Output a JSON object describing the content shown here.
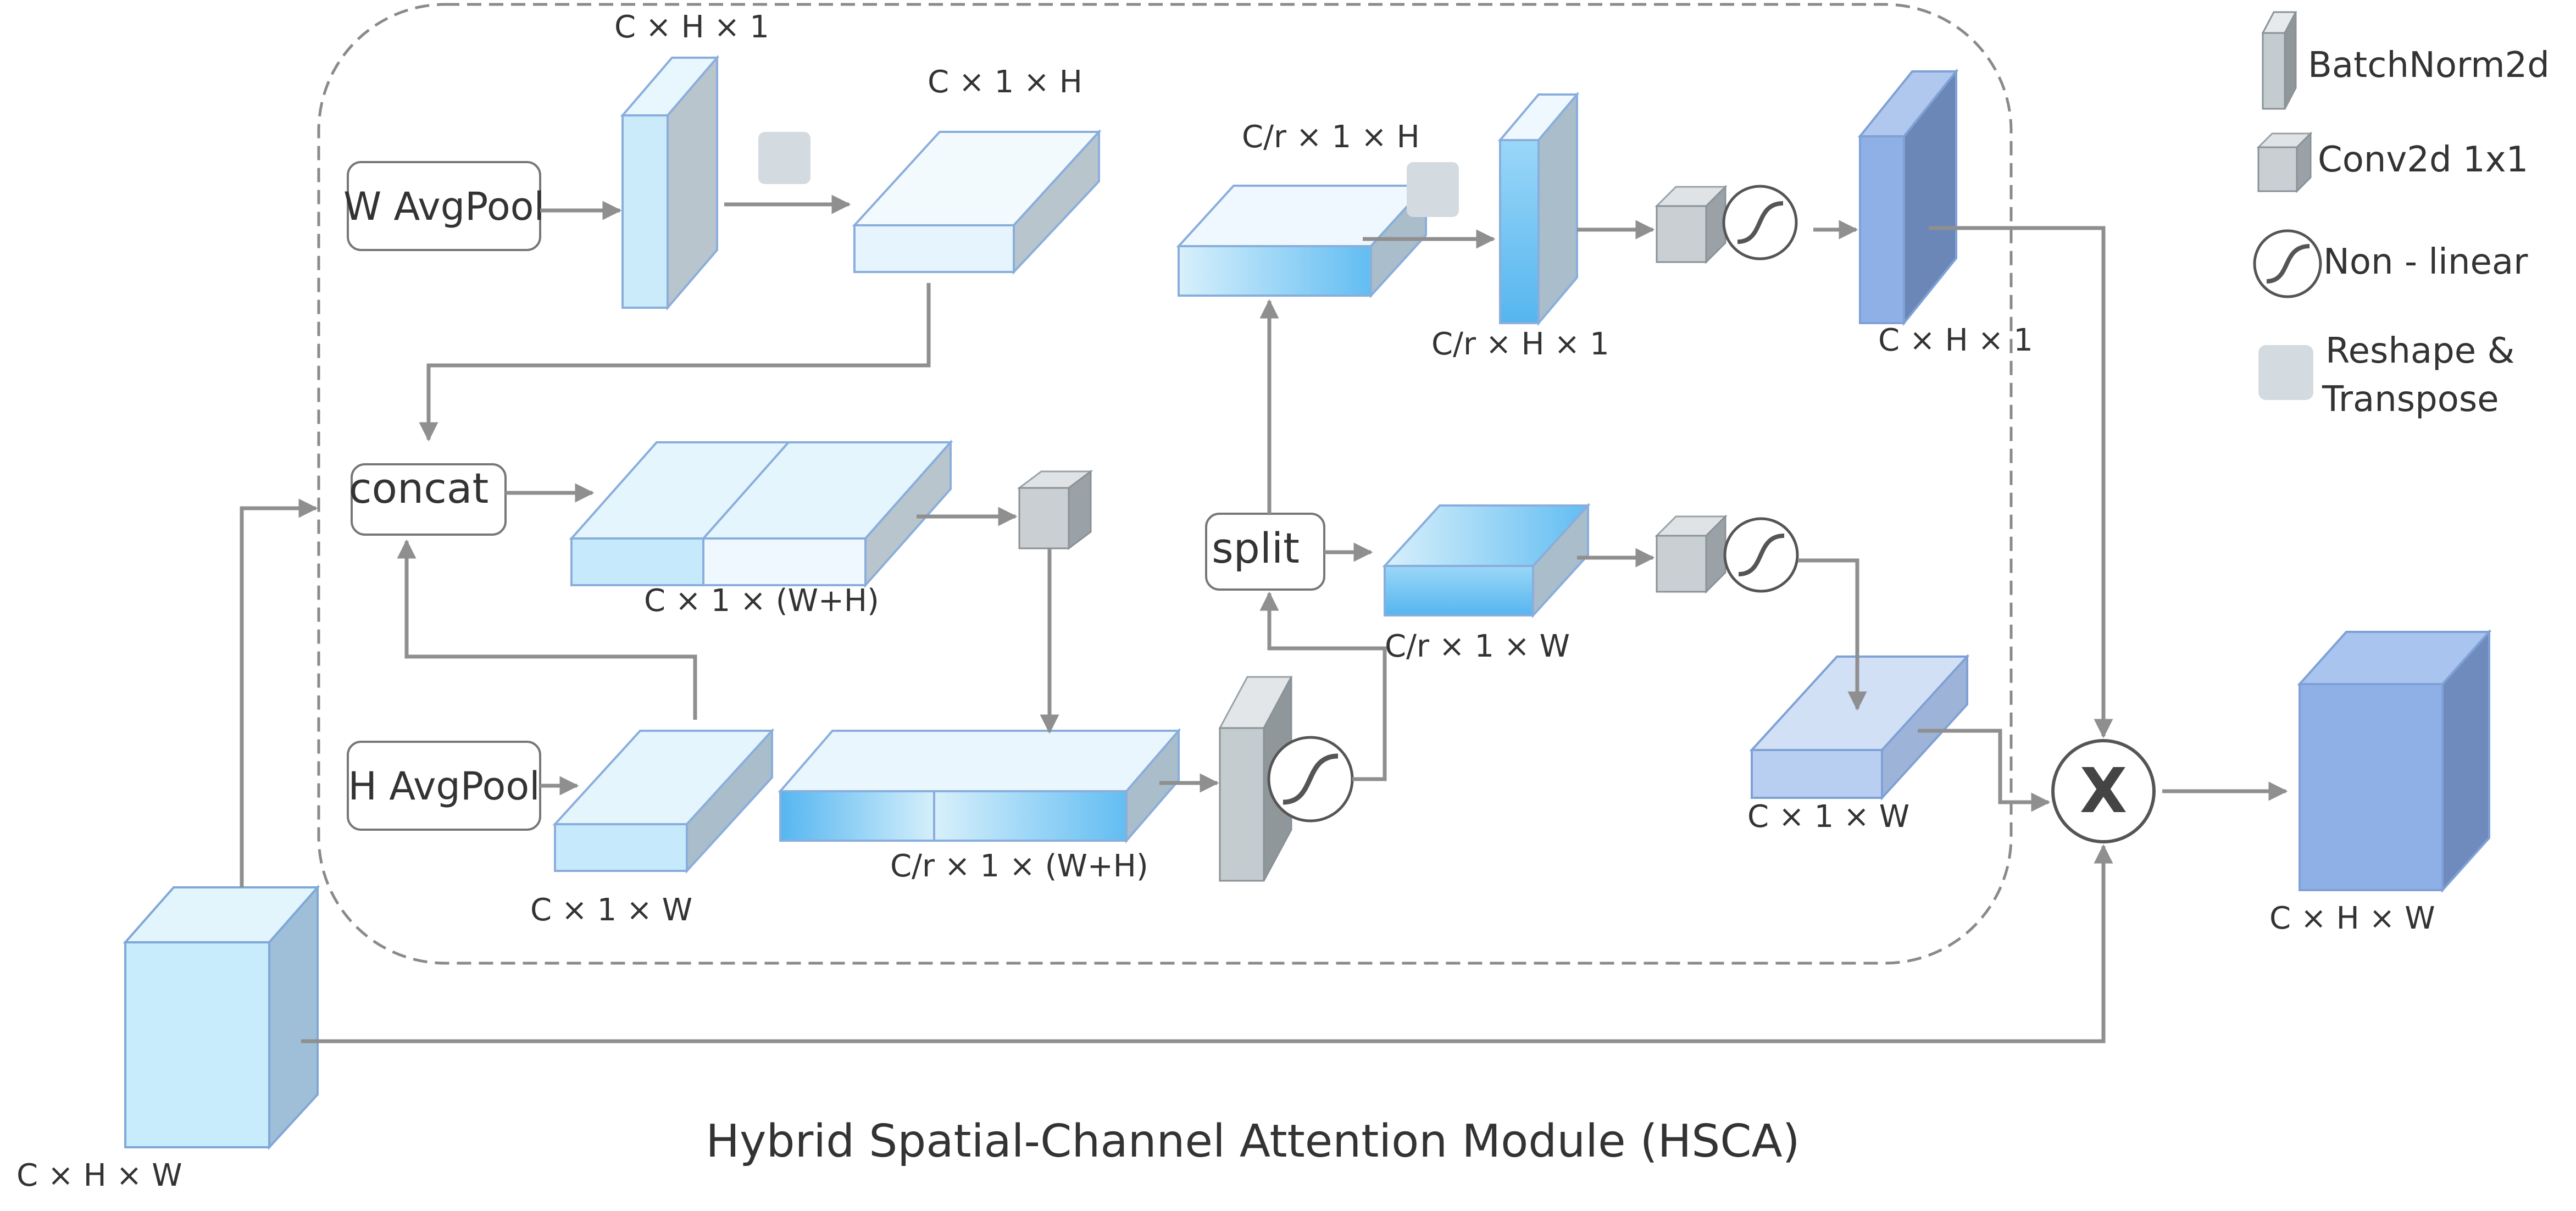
{
  "title": "Hybrid Spatial-Channel Attention Module (HSCA)",
  "operations": {
    "w_avgpool": "W AvgPool",
    "h_avgpool": "H AvgPool",
    "concat": "concat",
    "split": "split",
    "multiply": "X"
  },
  "dims": {
    "input": "C × H × W",
    "w_pool_bn": "C × H × 1",
    "w_pool_reshaped": "C × 1 × H",
    "h_pool": "C × 1 × W",
    "concat_out": "C × 1 × (W+H)",
    "conv_out": "C/r × 1 × (W+H)",
    "split_h": "C/r × 1 × H",
    "split_h_bn": "C/r × H × 1",
    "attn_h": "C × H × 1",
    "split_w": "C/r × 1 × W",
    "attn_w": "C × 1 × W",
    "output": "C × H × W"
  },
  "legend": {
    "batchnorm": "BatchNorm2d",
    "conv": "Conv2d 1x1",
    "nonlinear": "Non - linear",
    "reshape": "Reshape &\nTranspose"
  },
  "colors": {
    "light_blue": "#cdeefc",
    "mid_blue": "#5fbcf2",
    "dark_blue": "#8fb0e6",
    "gray": "#c9cfd3",
    "arrow": "#8f8f8f",
    "dashed_border": "#8a8a8a"
  }
}
